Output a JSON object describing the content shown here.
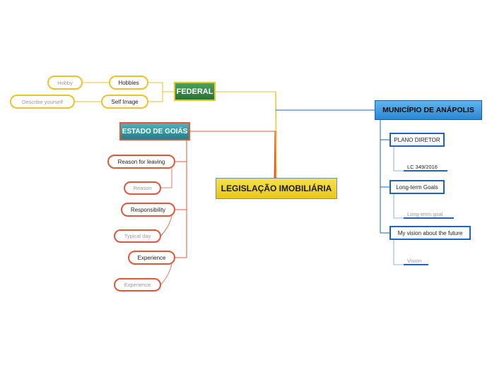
{
  "map": {
    "central": "LEGISLAÇÃO IMOBILIÁRIA",
    "branches": {
      "federal": {
        "title": "FEDERAL",
        "children": [
          {
            "label": "Hobbies",
            "leaf": "Hobby"
          },
          {
            "label": "Self Image",
            "leaf": "Describe yourself"
          }
        ]
      },
      "estado": {
        "title": "ESTADO DE GOIÁS",
        "children": [
          {
            "label": "Reason for leaving",
            "leaf": "Reason"
          },
          {
            "label": "Responsibility",
            "leaf": "Typical day"
          },
          {
            "label": "Experience",
            "leaf": "Experience"
          }
        ]
      },
      "municipio": {
        "title": "MUNICÍPIO DE ANÁPOLIS",
        "children": [
          {
            "label": "PLANO DIRETOR",
            "leaf": "LC 349/2016"
          },
          {
            "label": "Long-term Goals",
            "leaf": "Long-term goal"
          },
          {
            "label": "My vision about the future",
            "leaf": "Vision"
          }
        ]
      }
    }
  },
  "colors": {
    "federal_branch": "#eec12a",
    "estado_branch": "#e0573a",
    "municipio_branch": "#1d63c4",
    "central_fill": "#f0d52e"
  }
}
